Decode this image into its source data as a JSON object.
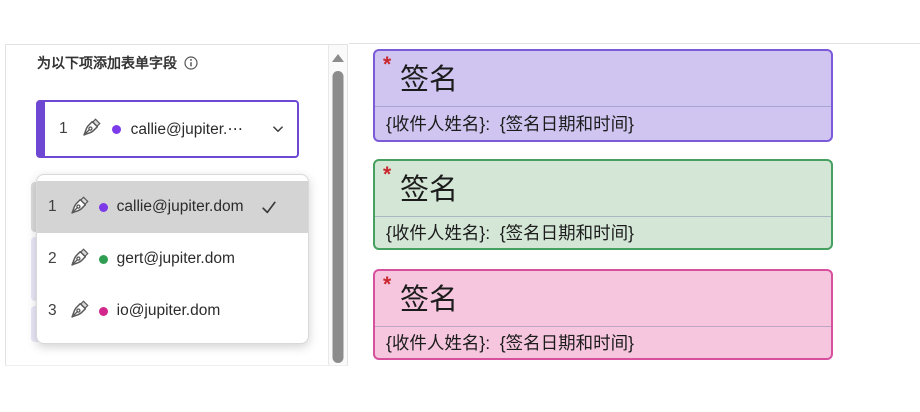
{
  "colors": {
    "accent_purple": "#6E48D2",
    "dot_purple": "#7D3AE8",
    "dot_green": "#2F9E53",
    "dot_pink": "#D3268C",
    "menu_selected_bg": "#D4D4D4",
    "required_red": "#C9252D",
    "field_purple_bg": "#CFC5F0",
    "field_purple_border": "#7C5BDB",
    "field_green_bg": "#D4E6D6",
    "field_green_border": "#46A05F",
    "field_pink_bg": "#F5C6DD",
    "field_pink_border": "#D6509E"
  },
  "panel": {
    "header": {
      "label": "为以下项添加表单字段",
      "info_icon": "info-circle-icon"
    },
    "recipient_selector": {
      "order": "1",
      "value_display": "callie@jupiter.⋯",
      "pen_icon": "pen-nib-icon",
      "chevron_icon": "chevron-down-icon",
      "dot_color": "#7D3AE8"
    },
    "recipient_menu": {
      "items": [
        {
          "order": "1",
          "email": "callie@jupiter.dom",
          "dot_color": "#7D3AE8",
          "selected": true
        },
        {
          "order": "2",
          "email": "gert@jupiter.dom",
          "dot_color": "#2F9E53",
          "selected": false
        },
        {
          "order": "3",
          "email": "io@jupiter.dom",
          "dot_color": "#D3268C",
          "selected": false
        }
      ]
    },
    "scrollbar": {
      "up_arrow_icon": "scroll-up-arrow-icon"
    }
  },
  "document": {
    "signature_fields": [
      {
        "required_marker": "*",
        "title": "签名",
        "details": "{收件人姓名}:  {签名日期和时间}",
        "bg": "#CFC5F0",
        "border": "#7C5BDB"
      },
      {
        "required_marker": "*",
        "title": "签名",
        "details": "{收件人姓名}:  {签名日期和时间}",
        "bg": "#D4E6D6",
        "border": "#46A05F"
      },
      {
        "required_marker": "*",
        "title": "签名",
        "details": "{收件人姓名}:  {签名日期和时间}",
        "bg": "#F5C6DD",
        "border": "#D6509E"
      }
    ]
  }
}
